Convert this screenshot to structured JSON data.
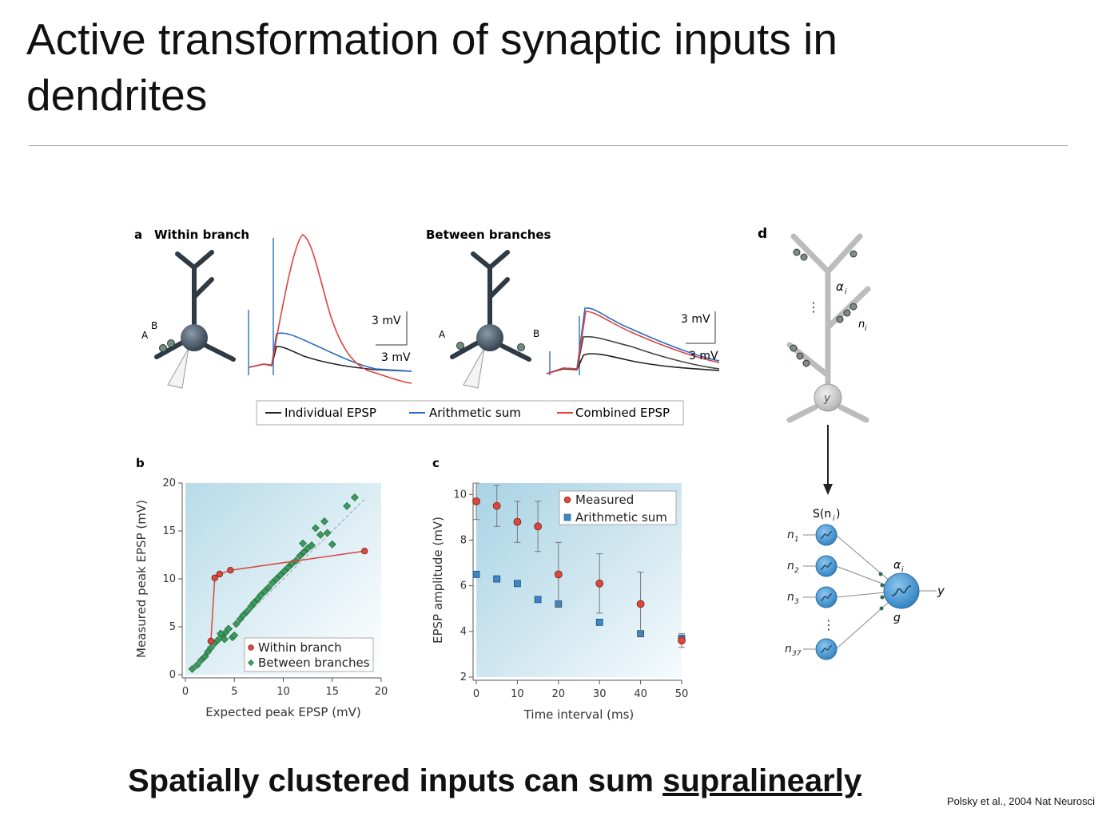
{
  "slide": {
    "title": "Active transformation of synaptic inputs in dendrites",
    "caption_main": "Spatially clustered inputs can sum ",
    "caption_underlined": "supralinearly",
    "citation": "Polsky et al., 2004 Nat Neurosci"
  },
  "panel_a": {
    "letter": "a",
    "within_title": "Within branch",
    "between_title": "Between branches",
    "label_A": "A",
    "label_B": "B",
    "scale_v": "3 mV",
    "scale_h": "3 mV",
    "legend": [
      "Individual EPSP",
      "Arithmetic sum",
      "Combined EPSP"
    ],
    "colors": {
      "individual": "#222222",
      "arithmetic": "#2a6fc4",
      "combined": "#e0403a"
    }
  },
  "panel_d": {
    "letter": "d",
    "soma_label": "y",
    "alpha_label": "α",
    "alpha_sub": "i",
    "n_label": "n",
    "n_sub": "i",
    "s_label": "S(n",
    "s_sub": "i",
    "s_close": ")",
    "inputs": [
      {
        "n": "n",
        "sub": "1"
      },
      {
        "n": "n",
        "sub": "2"
      },
      {
        "n": "n",
        "sub": "3"
      },
      {
        "n": "n",
        "sub": "37"
      }
    ],
    "out_alpha": "α",
    "out_alpha_sub": "i",
    "g_label": "g",
    "y_label": "y"
  },
  "chart_data": [
    {
      "panel": "b",
      "type": "scatter",
      "xlabel": "Expected peak EPSP (mV)",
      "ylabel": "Measured peak EPSP (mV)",
      "xlim": [
        0,
        20
      ],
      "ylim": [
        0,
        20
      ],
      "xticks": [
        0,
        5,
        10,
        15,
        20
      ],
      "yticks": [
        0,
        5,
        10,
        15,
        20
      ],
      "legend": "bottom-right",
      "series": [
        {
          "name": "Within branch",
          "color": "#d9473f",
          "connected": true,
          "x": [
            2.6,
            3.0,
            3.5,
            4.6,
            18.3
          ],
          "y": [
            3.5,
            10.1,
            10.5,
            10.9,
            12.9
          ]
        },
        {
          "name": "Between branches",
          "color": "#3a9a5a",
          "connected": false,
          "x": [
            0.7,
            1.2,
            1.6,
            2.0,
            2.3,
            2.6,
            3.0,
            3.3,
            3.7,
            4.1,
            4.4,
            4.8,
            5.2,
            5.6,
            5.9,
            6.3,
            6.7,
            7.0,
            7.4,
            7.7,
            8.1,
            8.5,
            8.9,
            9.3,
            9.7,
            10.1,
            10.5,
            10.9,
            11.3,
            11.7,
            12.1,
            12.5,
            12.9,
            13.3,
            13.8,
            14.2,
            15.0,
            16.5,
            17.3,
            12.0,
            14.5,
            5.0,
            4.0,
            3.6
          ],
          "y": [
            0.6,
            1.0,
            1.5,
            1.9,
            2.4,
            2.8,
            3.3,
            3.6,
            4.1,
            4.4,
            4.8,
            3.9,
            5.3,
            5.8,
            6.2,
            6.6,
            7.1,
            7.5,
            7.9,
            8.3,
            8.7,
            9.1,
            9.6,
            10.0,
            10.4,
            10.8,
            11.2,
            11.6,
            11.9,
            12.4,
            12.8,
            13.2,
            13.5,
            15.3,
            14.6,
            16.0,
            13.6,
            17.6,
            18.5,
            13.7,
            14.8,
            4.1,
            3.7,
            4.3
          ]
        }
      ]
    },
    {
      "panel": "c",
      "type": "scatter",
      "xlabel": "Time interval (ms)",
      "ylabel": "EPSP amplitude (mV)",
      "xlim": [
        0,
        50
      ],
      "ylim": [
        2,
        10.5
      ],
      "xticks": [
        0,
        10,
        20,
        30,
        40,
        50
      ],
      "yticks": [
        2,
        4,
        6,
        8,
        10
      ],
      "legend": "top-right",
      "series": [
        {
          "name": "Measured",
          "color": "#d9473f",
          "x": [
            0,
            5,
            10,
            15,
            20,
            30,
            40,
            50
          ],
          "y": [
            9.7,
            9.5,
            8.8,
            8.6,
            6.5,
            6.1,
            5.2,
            3.6
          ],
          "err": [
            0.8,
            0.9,
            0.9,
            1.1,
            1.4,
            1.3,
            1.4,
            0.3
          ]
        },
        {
          "name": "Arithmetic sum",
          "color": "#3d86c6",
          "x": [
            0,
            5,
            10,
            15,
            20,
            30,
            40,
            50
          ],
          "y": [
            6.5,
            6.3,
            6.1,
            5.4,
            5.2,
            4.4,
            3.9,
            3.7
          ]
        }
      ]
    }
  ]
}
